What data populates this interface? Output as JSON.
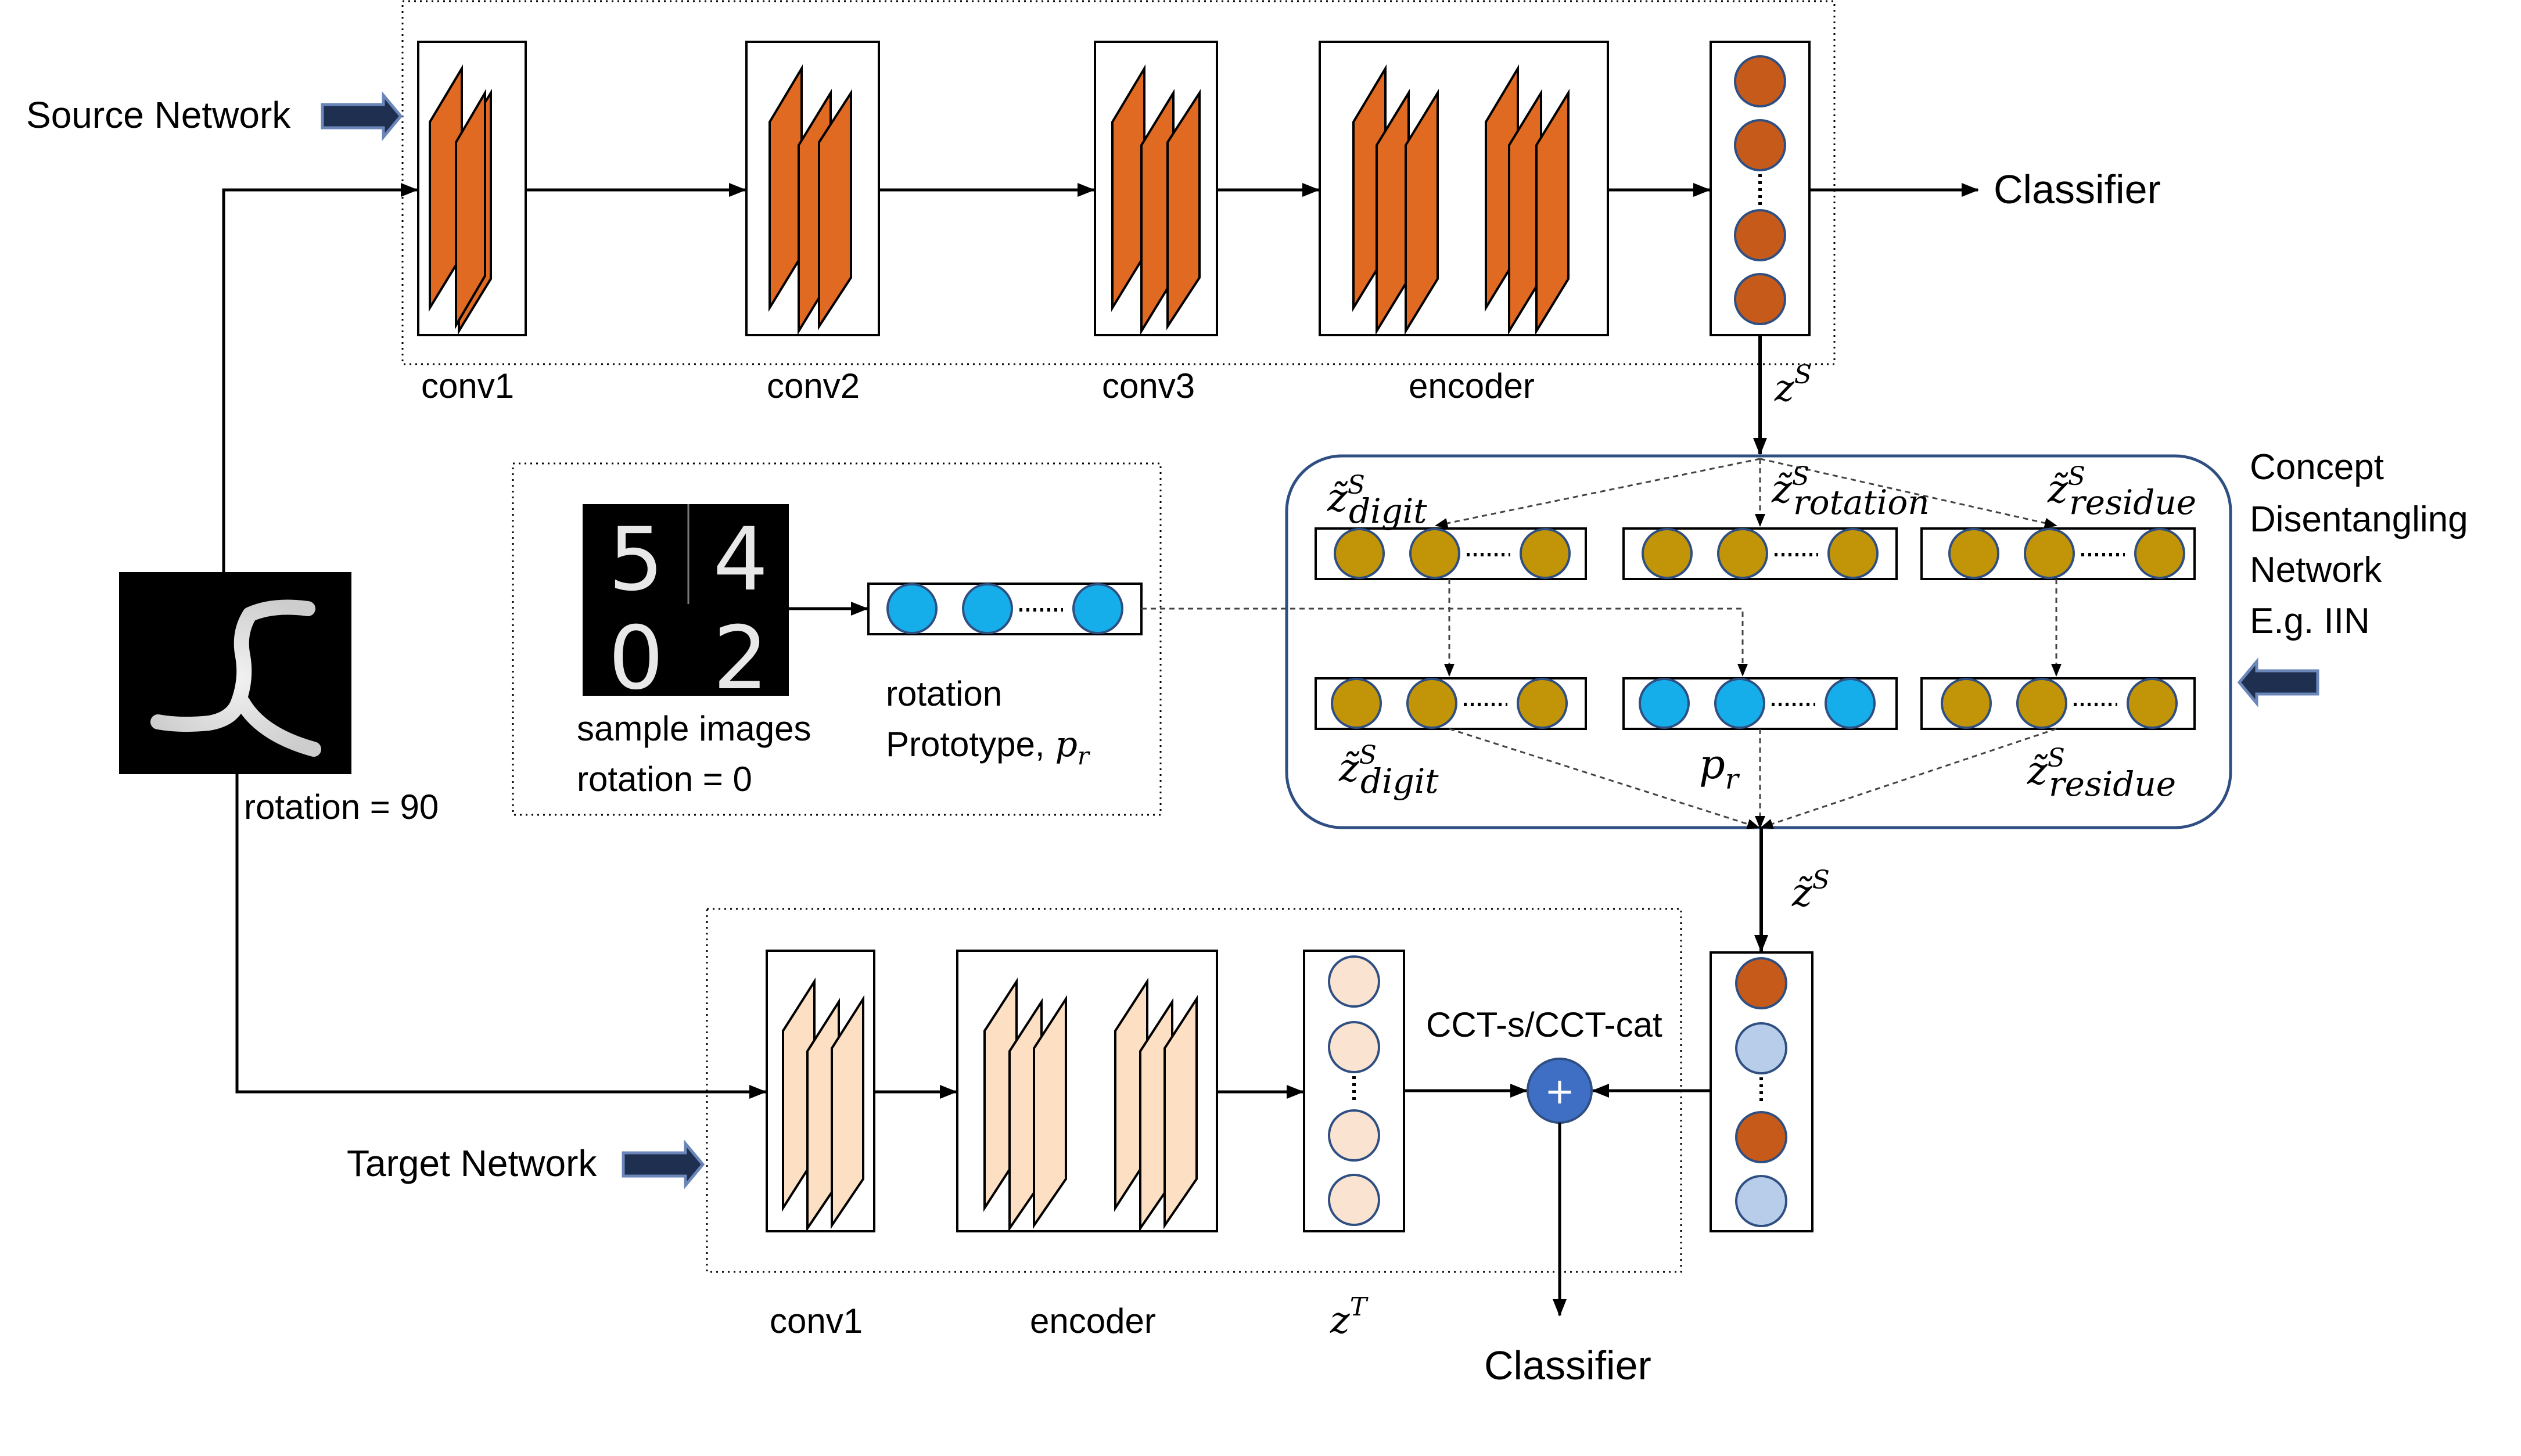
{
  "colors": {
    "source_layer": "#e06a22",
    "target_layer": "#fde0c4",
    "source_neuron": "#c65a1a",
    "disentangled_neuron": "#c29509",
    "prototype_neuron": "#15aeea",
    "target_neuron": "#fbe3d2",
    "fused_blue_neuron": "#b7cde9",
    "plus_node": "#3e6fc4",
    "cdn_border": "#2f4f82",
    "arrow": "#2b3a52"
  },
  "labels": {
    "source_network": "Source Network",
    "target_network": "Target Network",
    "classifier_top": "Classifier",
    "classifier_bottom": "Classifier",
    "conv1": "conv1",
    "conv2": "conv2",
    "conv3": "conv3",
    "encoder": "encoder",
    "target_conv1": "conv1",
    "target_encoder": "encoder",
    "rotation_input": "rotation = 90",
    "sample_images": "sample images",
    "rotation_zero": "rotation = 0",
    "rotation_word": "rotation",
    "prototype_word": "Prototype,",
    "cct": "CCT-s/CCT-cat",
    "plus": "+",
    "cdn_line1": "Concept",
    "cdn_line2": "Disentangling",
    "cdn_line3": "Network",
    "cdn_line4": "E.g. IIN"
  },
  "math": {
    "z_s": "z",
    "z_s_sup": "S",
    "z_t": "z",
    "z_t_sup": "T",
    "ztilde": "z̃",
    "sup_s": "S",
    "digit": "digit",
    "rotation": "rotation",
    "residue": "residue",
    "p": "p",
    "p_sub": "r"
  },
  "sample_digits": [
    "5",
    "4",
    "0",
    "2"
  ],
  "icons": {
    "input_image": "handwritten-digit-rotated-image",
    "sample_image": "mnist-sample-grid",
    "layer": "stacked-feature-map-icon",
    "arrow": "thick-block-arrow-icon"
  }
}
